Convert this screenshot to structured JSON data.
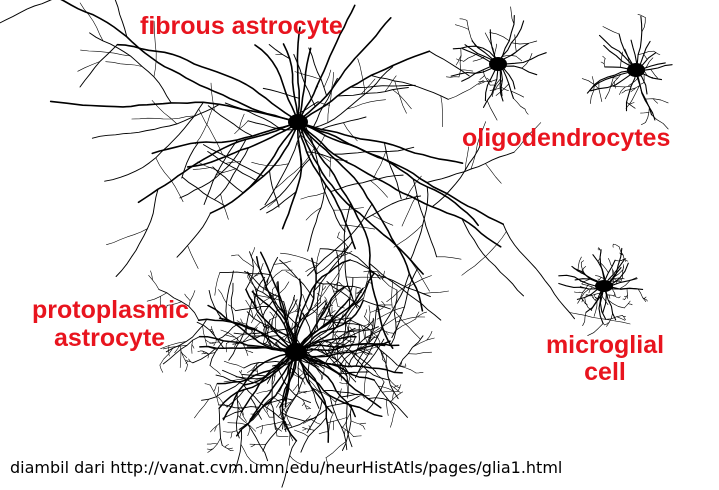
{
  "labels": {
    "fibrous_astrocyte": "fibrous astrocyte",
    "oligodendrocytes": "oligodendrocytes",
    "protoplasmic_line1": "protoplasmic",
    "protoplasmic_line2": "astrocyte",
    "microglial_line1": "microglial",
    "microglial_line2": "cell"
  },
  "caption": "diambil dari http://vanat.cvm.umn.edu/neurHistAtls/pages/glia1.html",
  "colors": {
    "label": "#e8141e",
    "cell": "#000000",
    "background": "#ffffff"
  }
}
